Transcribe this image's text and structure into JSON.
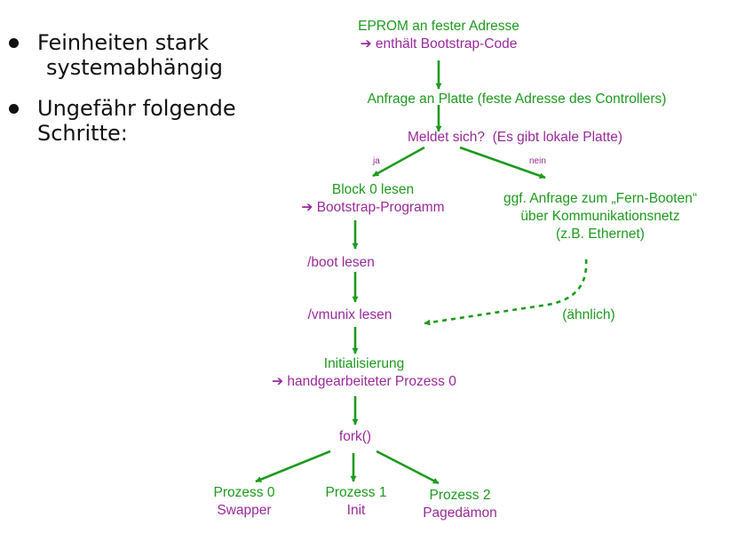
{
  "colors": {
    "green": "#1e9a1e",
    "purple": "#9a2a9a",
    "text": "#111111"
  },
  "bullets": [
    {
      "lines": [
        "Feinheiten stark",
        "systemabhängig"
      ]
    },
    {
      "lines": [
        "Ungefähr folgende",
        "Schritte:"
      ]
    }
  ],
  "nodes": {
    "eprom": {
      "line1": "EPROM an fester Adresse",
      "line2": "➔ enthält Bootstrap-Code"
    },
    "anfrage": {
      "line1": "Anfrage an Platte (feste Adresse des Controllers)"
    },
    "meldet": {
      "line1": "Meldet sich?",
      "line1b": "(Es gibt lokale Platte)"
    },
    "ja_label": "ja",
    "nein_label": "nein",
    "block0": {
      "line1": "Block 0 lesen",
      "line2": "➔ Bootstrap-Programm"
    },
    "fernboot": {
      "line1": "ggf. Anfrage zum „Fern-Booten“",
      "line2": "über Kommunikationsnetz",
      "line3": "(z.B. Ethernet)"
    },
    "boot": {
      "line1": "/boot lesen"
    },
    "vmunix": {
      "line1": "/vmunix lesen"
    },
    "aehnlich": {
      "line1": "(ähnlich)"
    },
    "init": {
      "line1": "Initialisierung",
      "line2": "➔ handgearbeiteter Prozess 0"
    },
    "fork": {
      "line1": "fork()"
    },
    "p0": {
      "line1": "Prozess 0",
      "line2": "Swapper"
    },
    "p1": {
      "line1": "Prozess 1",
      "line2": "Init"
    },
    "p2": {
      "line1": "Prozess 2",
      "line2": "Pagedämon"
    }
  }
}
